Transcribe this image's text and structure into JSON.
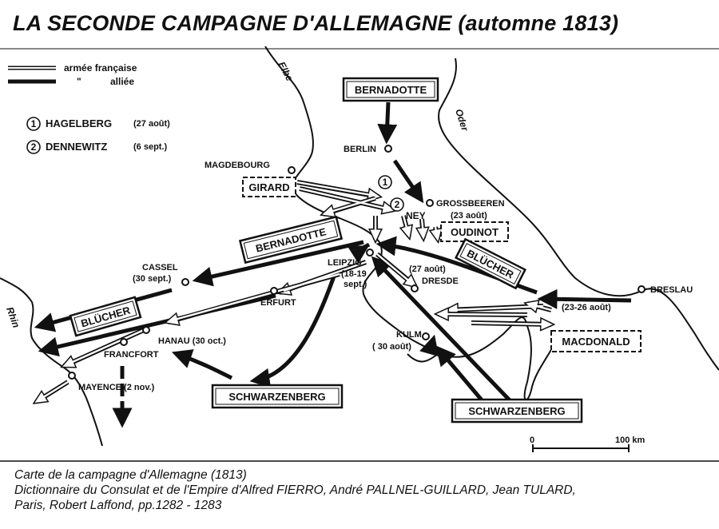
{
  "title": "LA SECONDE CAMPAGNE D'ALLEMAGNE (automne 1813)",
  "legend": {
    "french_label": "armée française",
    "allied_marker": "\"",
    "allied_label": "alliée",
    "battle1_num": "1",
    "battle1_name": "HAGELBERG",
    "battle1_date": "(27 août)",
    "battle2_num": "2",
    "battle2_name": "DENNEWITZ",
    "battle2_date": "(6 sept.)"
  },
  "rivers": {
    "elbe": "Elbe",
    "oder": "Oder",
    "rhin": "Rhin"
  },
  "cities": {
    "berlin": "BERLIN",
    "magdebourg": "MAGDEBOURG",
    "grossbeeren": "GROSSBEEREN",
    "grossbeeren_date": "(23 août)",
    "leipzig": "LEIPZIG",
    "leipzig_date1": "(18-19",
    "leipzig_date2": "sept.)",
    "dresde_date": "(27 août)",
    "dresde": "DRESDE",
    "cassel": "CASSEL",
    "cassel_date": "(30 sept.)",
    "erfurt": "ERFURT",
    "hanau": "HANAU (30 oct.)",
    "francfort": "FRANCFORT",
    "mayence": "MAYENCE (2 nov.)",
    "kulm": "KULM",
    "kulm_date": "( 30 août)",
    "breslau": "BRESLAU",
    "silesia_date": "(23-26 août)"
  },
  "commanders": {
    "bernadotte_north": "BERNADOTTE",
    "girard": "GIRARD",
    "ney": "NEY",
    "oudinot": "OUDINOT",
    "bernadotte_west": "BERNADOTTE",
    "blucher_east": "BLÜCHER",
    "blucher_west": "BLÜCHER",
    "macdonald": "MACDONALD",
    "schwarzenberg_south": "SCHWARZENBERG",
    "schwarzenberg_west": "SCHWARZENBERG"
  },
  "scale": {
    "start": "0",
    "end": "100 km"
  },
  "caption": {
    "line1": "Carte de la campagne d'Allemagne (1813)",
    "line2": "Dictionnaire du Consulat et de l'Empire d'Alfred FIERRO, André PALLNEL-GUILLARD, Jean TULARD,",
    "line3": "Paris, Robert Laffond, pp.1282 - 1283"
  }
}
